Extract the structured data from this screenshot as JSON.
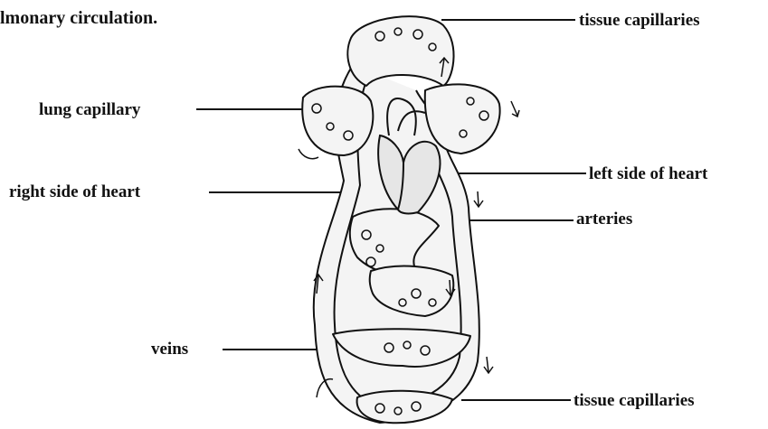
{
  "caption": "lmonary circulation.",
  "labels": {
    "tissue_capillaries_top": "tissue capillaries",
    "lung_capillary": "lung capillary",
    "left_side_of_heart": "left side of heart",
    "right_side_of_heart": "right side of heart",
    "arteries": "arteries",
    "veins": "veins",
    "tissue_capillaries_bottom": "tissue capillaries"
  },
  "colors": {
    "ink": "#111111",
    "vessel_fill": "#f4f4f4",
    "heart_fill": "#e6e6e6"
  }
}
